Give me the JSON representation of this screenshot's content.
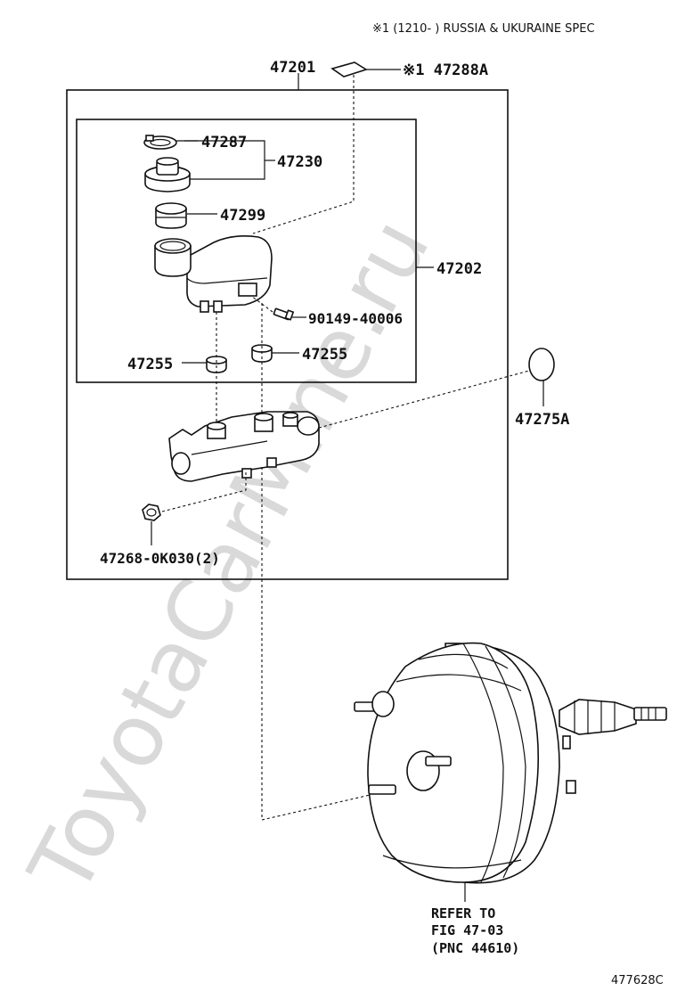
{
  "header": {
    "spec_note": "※1 (1210-      ) RUSSIA & UKURAINE SPEC"
  },
  "watermark": "ToyotaCarMine.ru",
  "parts": {
    "p47201": "47201",
    "p47288A": "※1 47288A",
    "p47287": "47287",
    "p47230": "47230",
    "p47299": "47299",
    "p47202": "47202",
    "p90149": "90149-40006",
    "p47255_left": "47255",
    "p47255_right": "47255",
    "p47275A": "47275A",
    "p47268": "47268-0K030(2)"
  },
  "refer": {
    "line1": "REFER TO",
    "line2": "FIG 47-03",
    "line3": "(PNC 44610)"
  },
  "figure_id": "477628C"
}
